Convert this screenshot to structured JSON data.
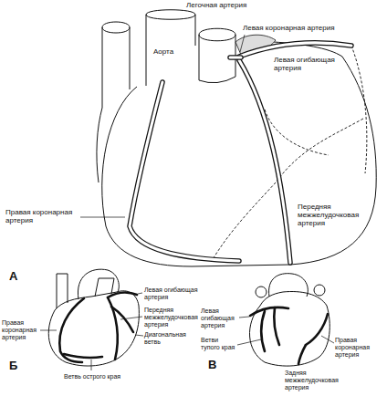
{
  "diagram": {
    "labels": [
      "Легочная артерия",
      "Левая коронарная артерия",
      "Аорта",
      "Левая огибающая артерия",
      "Правая коронарная артерия",
      "Передняя межжелудочковая артерия",
      "А",
      "Левая огибающая артерия",
      "Передняя межжелудочковая артерия",
      "Диагональная ветвь",
      "Правая коронарная артерия",
      "Ветвь острого края",
      "Б",
      "Левая огибающая артерия",
      "Ветви тупого края",
      "Правая коронарная артерия",
      "Задняя межжелудочковая артерия",
      "В"
    ]
  }
}
